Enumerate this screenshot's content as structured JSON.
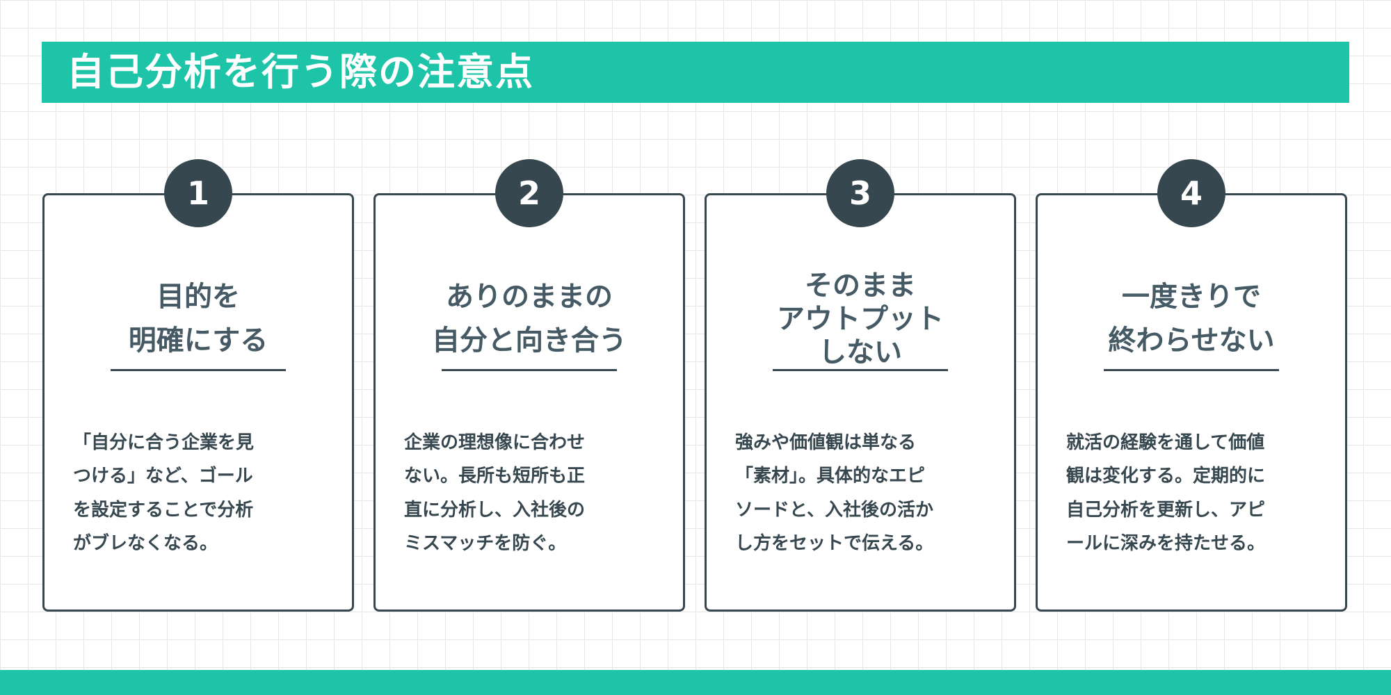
{
  "header": {
    "title": "自己分析を行う際の注意点"
  },
  "cards": [
    {
      "number": "1",
      "title_lines": [
        "目的を",
        "明確にする"
      ],
      "body_lines": [
        "「自分に合う企業を見",
        "つける」など、ゴール",
        "を設定することで分析",
        "がブレなくなる。"
      ]
    },
    {
      "number": "2",
      "title_lines": [
        "ありのままの",
        "自分と向き合う"
      ],
      "body_lines": [
        "企業の理想像に合わせ",
        "ない。長所も短所も正",
        "直に分析し、入社後の",
        "ミスマッチを防ぐ。"
      ]
    },
    {
      "number": "3",
      "title_lines": [
        "そのまま",
        "アウトプット",
        "しない"
      ],
      "body_lines": [
        "強みや価値観は単なる",
        "「素材」。具体的なエピ",
        "ソードと、入社後の活か",
        "し方をセットで伝える。"
      ]
    },
    {
      "number": "4",
      "title_lines": [
        "一度きりで",
        "終わらせない"
      ],
      "body_lines": [
        "就活の経験を通して価値",
        "観は変化する。定期的に",
        "自己分析を更新し、アピ",
        "ールに深みを持たせる。"
      ]
    }
  ],
  "colors": {
    "accent": "#1dc4a7",
    "dark": "#37474f",
    "title": "#455a64",
    "grid": "#e6e6e6"
  }
}
